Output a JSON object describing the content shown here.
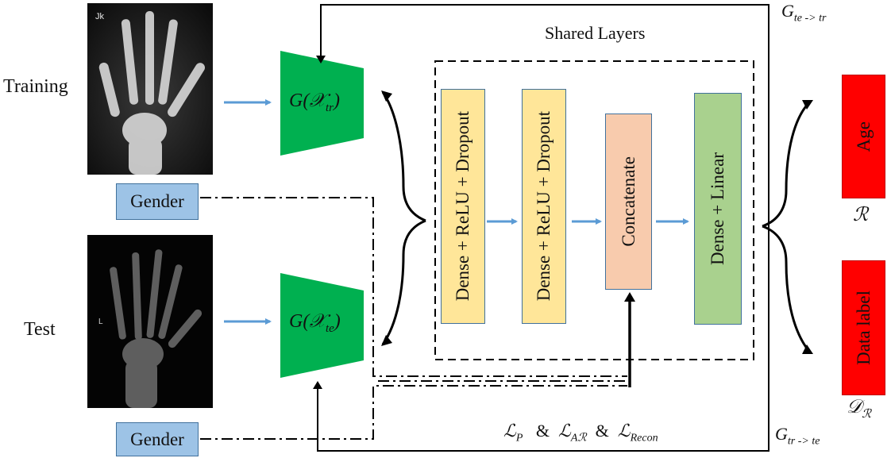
{
  "labels": {
    "training": "Training",
    "test": "Test",
    "shared_layers": "Shared Layers"
  },
  "inputs": {
    "gender_top": "Gender",
    "gender_bottom": "Gender",
    "xray_top_marker": "Jk",
    "xray_bottom_marker": "L"
  },
  "generators": {
    "train": {
      "prefix": "G(",
      "var": "𝒳",
      "sub": "tr",
      "suffix": ")"
    },
    "test": {
      "prefix": "G(",
      "var": "𝒳",
      "sub": "te",
      "suffix": ")"
    }
  },
  "layers": [
    {
      "label": "Dense + ReLU + Dropout"
    },
    {
      "label": "Dense + ReLU + Dropout"
    },
    {
      "label": "Concatenate"
    },
    {
      "label": "Dense + Linear"
    }
  ],
  "outputs": {
    "age": "Age",
    "age_symbol": "ℛ",
    "data_label": "Data label",
    "data_label_symbol": "𝒟",
    "data_label_symbol_sub": "ℛ"
  },
  "gradients": {
    "te_to_tr": {
      "base": "G",
      "sub": "te -> tr"
    },
    "tr_to_te": {
      "base": "G",
      "sub": "tr -> te"
    }
  },
  "loss": {
    "text": "ℒP  &  ℒAℛ  &  ℒRecon",
    "p": {
      "base": "ℒ",
      "sub": "P"
    },
    "amp1": "&",
    "ar": {
      "base": "ℒ",
      "sub": "Aℛ"
    },
    "amp2": "&",
    "recon": {
      "base": "ℒ",
      "sub": "Recon"
    }
  },
  "colors": {
    "generator": "#00b050",
    "layer_yellow": "#ffe699",
    "layer_peach": "#f8cbad",
    "layer_green": "#a9d18e",
    "gender_blue": "#9dc3e6",
    "output_red": "#ff0000",
    "arrow_blue": "#5b9bd5"
  }
}
